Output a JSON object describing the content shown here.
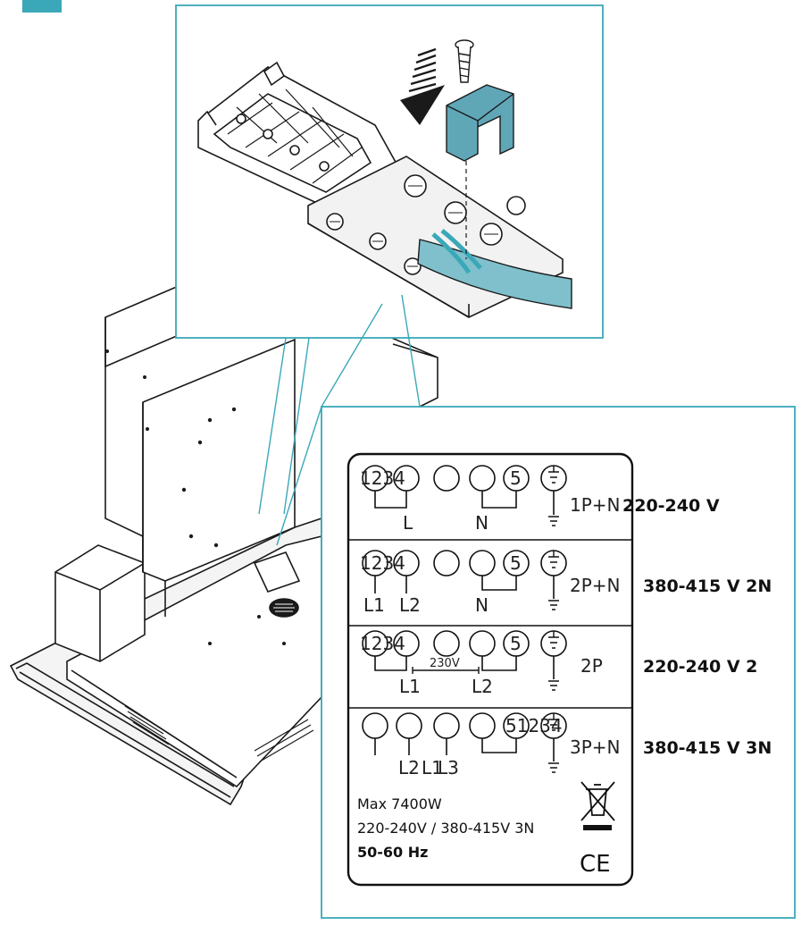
{
  "wiring": {
    "rows": [
      {
        "terminals": [
          "1234",
          "",
          "",
          "5"
        ],
        "labels": [
          "L",
          "N"
        ],
        "config": "1P+N",
        "voltage": "220-240 V"
      },
      {
        "terminals": [
          "1234",
          "",
          "",
          "5"
        ],
        "labels": [
          "L1",
          "L2",
          "N"
        ],
        "config": "2P+N",
        "voltage": "380-415 V 2N"
      },
      {
        "terminals": [
          "1234",
          "",
          "",
          "5"
        ],
        "labels": [
          "L1",
          "L2"
        ],
        "bridge_label": "230V",
        "config": "2P",
        "voltage": "220-240 V 2"
      },
      {
        "terminals": [
          "",
          "",
          "",
          "51234"
        ],
        "labels": [
          "L2",
          "L1",
          "L3"
        ],
        "config": "3P+N",
        "voltage": "380-415 V 3N"
      }
    ],
    "specs": [
      "Max 7400W",
      "220-240V / 380-415V 3N",
      "50-60 Hz"
    ],
    "ce_mark": "CE",
    "icons": [
      "ground-icon",
      "weee-bin-icon",
      "ce-mark-icon",
      "screw-icon",
      "cable-clamp-icon",
      "arrow-down-icon"
    ]
  },
  "colors": {
    "accent": "#3aa8b8",
    "clamp": "#5fa7b7",
    "cable": "#7fc0cc",
    "line": "#1a1a1a"
  }
}
